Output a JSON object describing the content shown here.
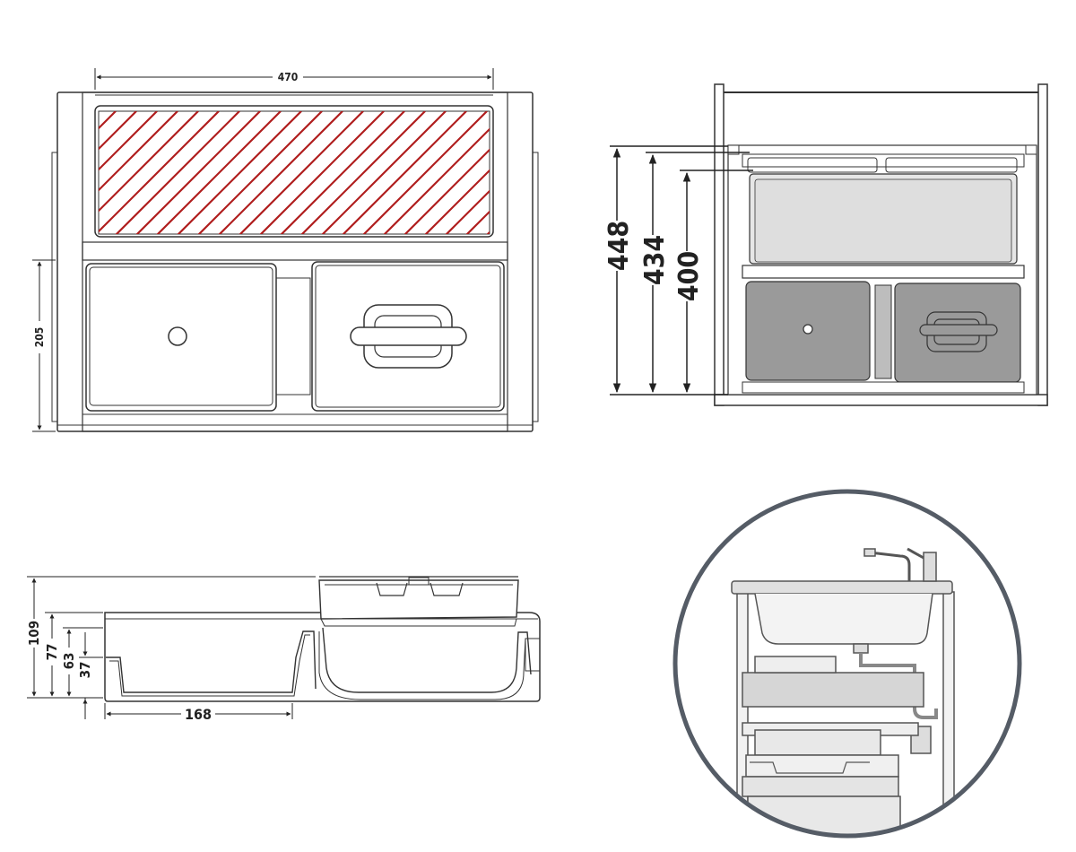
{
  "top_view": {
    "width_label": "470",
    "height_label": "205",
    "hatch_color": "#b01e1e"
  },
  "cabinet_view": {
    "heights": [
      "448",
      "434",
      "400"
    ],
    "bin_fill": "#9a9a9a"
  },
  "section_view": {
    "heights": [
      "109",
      "77",
      "63",
      "37"
    ],
    "width_label": "168"
  },
  "inset_view": {
    "ring_color": "#555c66"
  }
}
